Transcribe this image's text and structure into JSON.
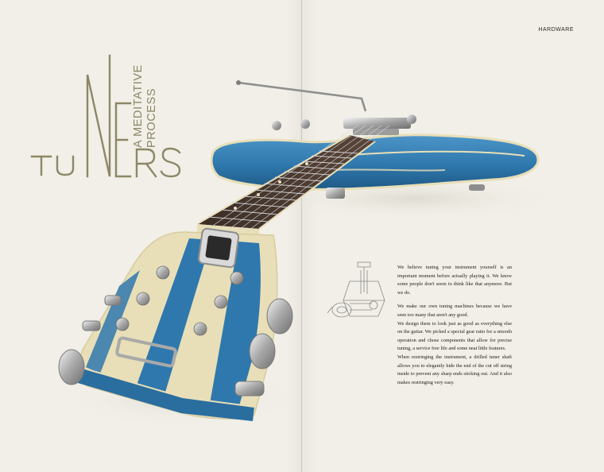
{
  "page": {
    "section_label": "HARDWARE",
    "title_word": "TUNERS",
    "title_accent": "NE",
    "subtitle_line1": "A MEDITATIVE",
    "subtitle_line2": "PROCESS"
  },
  "colors": {
    "paper": "#f1efe7",
    "title": "#8c8766",
    "guitar_blue": "#2f78ad",
    "binding_cream": "#e8dfb8",
    "chrome": "#b9b9b9"
  },
  "illustration": {
    "photo": "blue semi-hollow electric guitar lying diagonally, headstock in foreground",
    "sketch": "line drawing of a tuning machine"
  },
  "body": {
    "p1": "We believe tuning your instrument yourself is an important moment before actually playing it. We know some people don't seem to think like that anymore. But we do.",
    "p2": "We make our own tuning machines because we have seen too many that aren't any good.",
    "p3": "We design them to look just as good as everything else on the guitar. We picked a special gear ratio for a smooth operation and chose components that allow for precise tuning, a service free life and some neat little features.",
    "p4": "When restringing the instrument, a drilled tuner shaft allows you to elegantly hide the end of the cut off string inside to prevent any sharp ends sticking out. And it also makes restringing very easy."
  }
}
